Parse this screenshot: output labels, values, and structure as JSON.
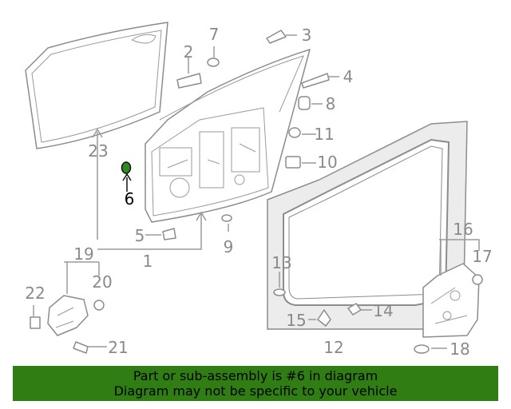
{
  "diagram": {
    "callouts": {
      "c1": "1",
      "c2": "2",
      "c3": "3",
      "c4": "4",
      "c5": "5",
      "c6": "6",
      "c7": "7",
      "c8": "8",
      "c9": "9",
      "c10": "10",
      "c11": "11",
      "c12": "12",
      "c13": "13",
      "c14": "14",
      "c15": "15",
      "c16": "16",
      "c17": "17",
      "c18": "18",
      "c19": "19",
      "c20": "20",
      "c21": "21",
      "c22": "22",
      "c23": "23"
    },
    "highlight_part": "6",
    "highlight_color": "#2e8b1f",
    "line_color": "#9a9a9a"
  },
  "banner": {
    "line1": "Part or sub-assembly is #6 in diagram",
    "line2": "Diagram may not be specific to your vehicle",
    "color": "#2f7d13"
  }
}
